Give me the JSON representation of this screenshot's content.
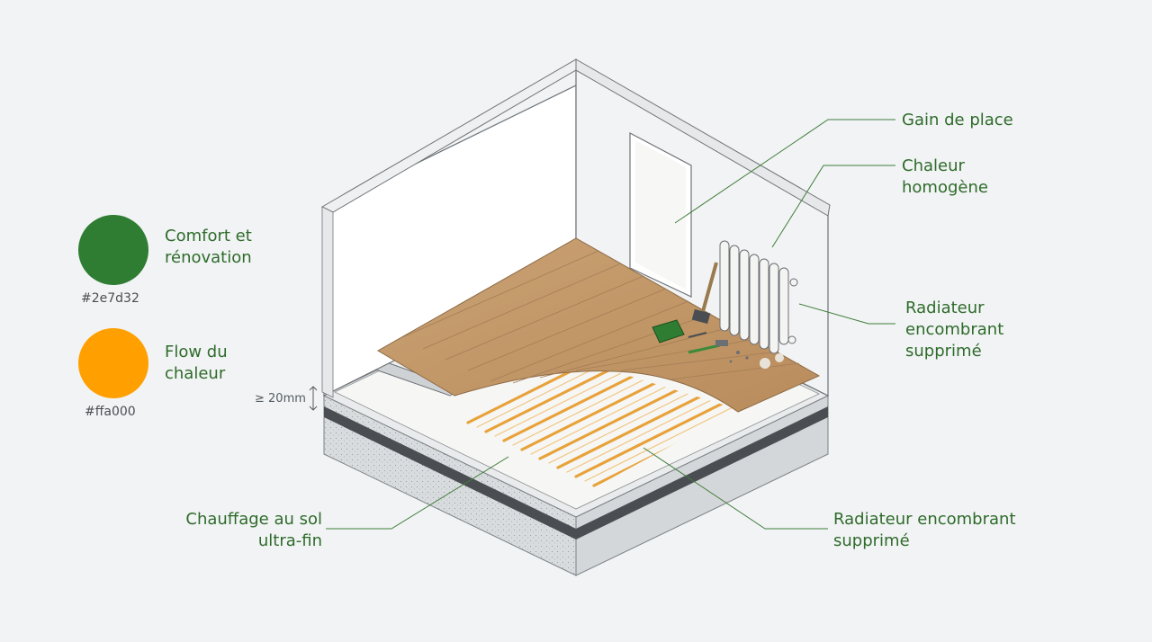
{
  "legend": [
    {
      "line1": "Comfort et",
      "line2": "rénovation",
      "hex": "#2e7d32",
      "color": "#2e7d32"
    },
    {
      "line1": "Flow du",
      "line2": "chaleur",
      "hex": "#ffa000",
      "color": "#ffa000"
    }
  ],
  "callouts": {
    "gain": "Gain de place",
    "chaleur": {
      "line1": "Chaleur",
      "line2": "homogène"
    },
    "radiateur_right": {
      "line1": "Radiateur",
      "line2": "encombrant",
      "line3": "supprimé"
    },
    "radiateur_bottom": {
      "line1": "Radiateur encombrant",
      "line2": "supprimé"
    },
    "chauffage": {
      "line1": "Chauffage au sol",
      "line2": "ultra-fin"
    }
  },
  "dimension": "≥ 20mm",
  "colors": {
    "label_text": "#2f6b2a",
    "leader_line": "#3f7d3a",
    "wood": "#c9a072",
    "heating_pipe": "#e8a23a"
  }
}
